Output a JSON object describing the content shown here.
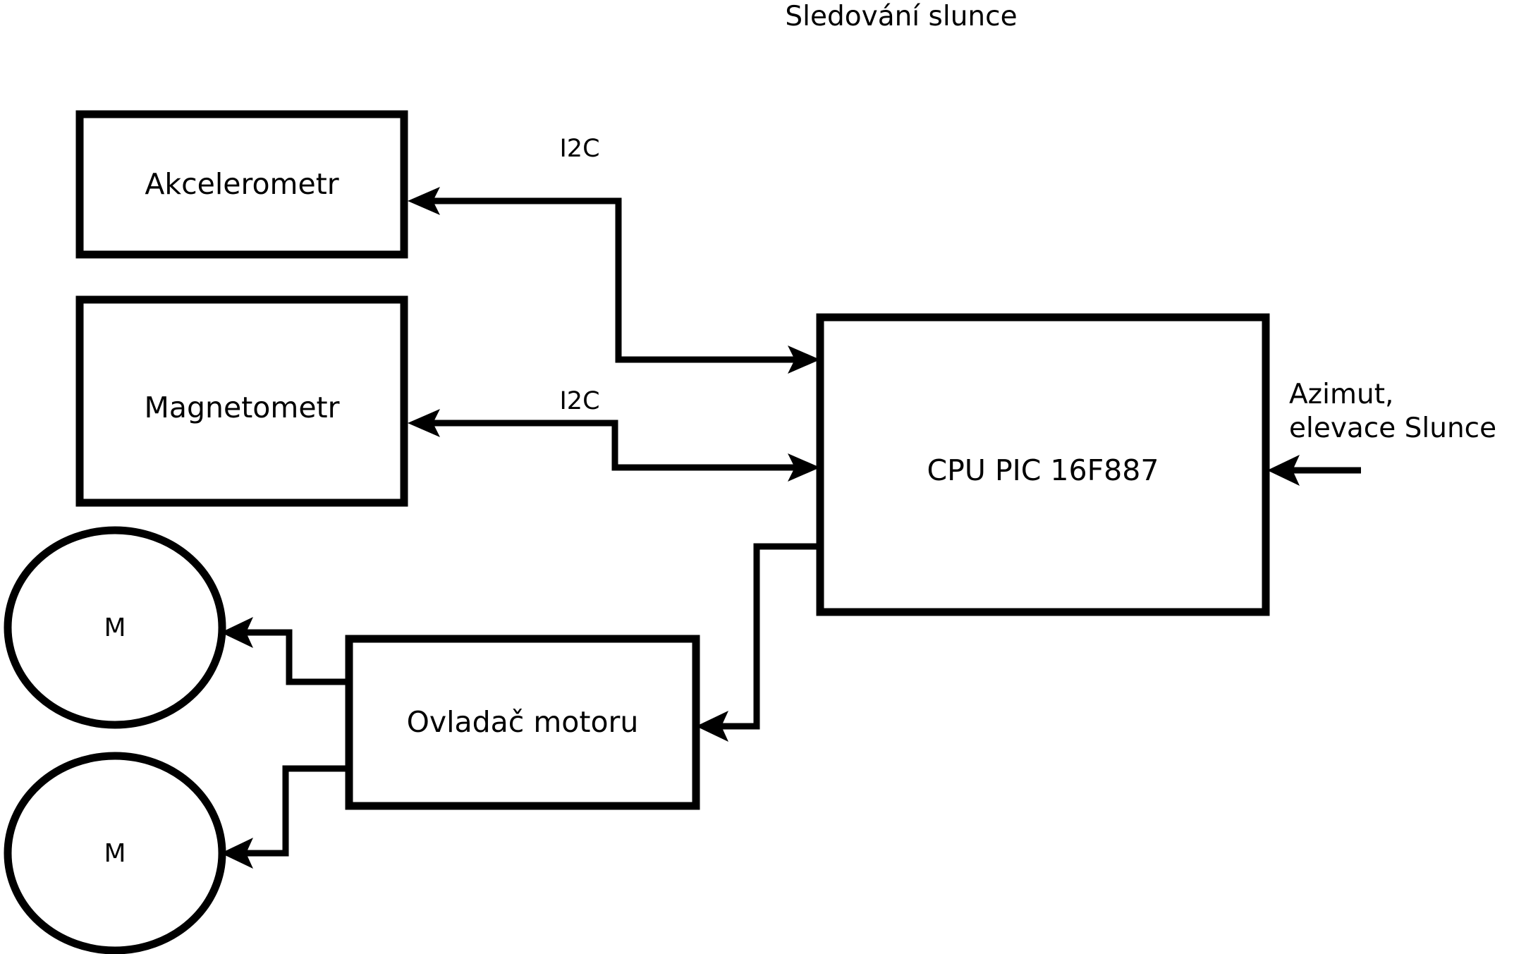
{
  "diagram": {
    "title": "Sledování slunce",
    "nodes": {
      "accelerometer": {
        "label": "Akcelerometr",
        "shape": "rectangle"
      },
      "magnetometer": {
        "label": "Magnetometr",
        "shape": "rectangle"
      },
      "cpu": {
        "label": "CPU PIC 16F887",
        "shape": "rectangle"
      },
      "motor_driver": {
        "label": "Ovladač motoru",
        "shape": "rectangle"
      },
      "motor_1": {
        "label": "M",
        "shape": "circle"
      },
      "motor_2": {
        "label": "M",
        "shape": "circle"
      }
    },
    "edge_labels": {
      "i2c_accelerometer": "I2C",
      "i2c_magnetometer": "I2C"
    },
    "external_io": {
      "sun_input_line1": "Azimut,",
      "sun_input_line2": "elevace Slunce"
    },
    "colors": {
      "stroke": "#000000",
      "fill": "#ffffff",
      "background": "#ffffff"
    }
  }
}
